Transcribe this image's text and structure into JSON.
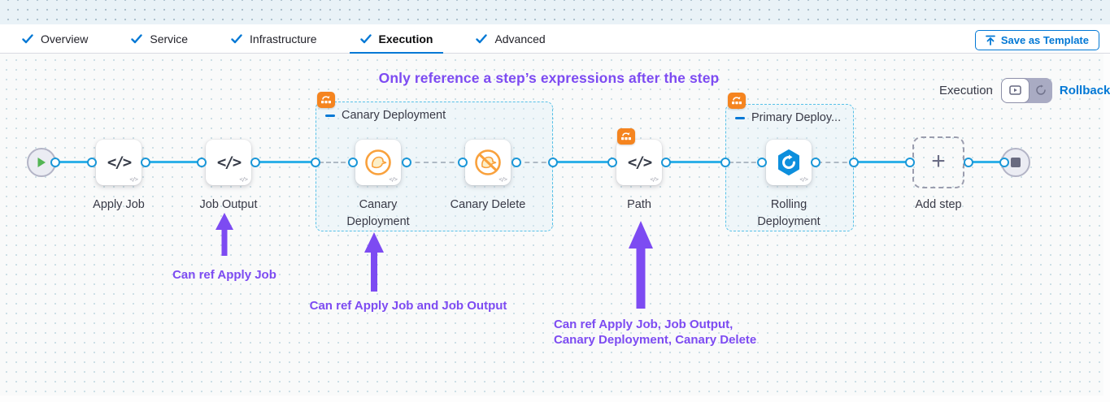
{
  "header": {
    "tabs": [
      {
        "label": "Overview",
        "checked": true,
        "active": false
      },
      {
        "label": "Service",
        "checked": true,
        "active": false
      },
      {
        "label": "Infrastructure",
        "checked": true,
        "active": false
      },
      {
        "label": "Execution",
        "checked": true,
        "active": true
      },
      {
        "label": "Advanced",
        "checked": true,
        "active": false
      }
    ],
    "save_as_template_label": "Save as Template"
  },
  "canvas": {
    "title": "Only reference a step’s expressions after the step",
    "mode_switch": {
      "label": "Execution",
      "rollback_link": "Rollback"
    },
    "steps": {
      "apply_job": "Apply Job",
      "job_output": "Job Output",
      "canary_deployment": "Canary Deployment",
      "canary_delete": "Canary Delete",
      "path": "Path",
      "rolling_deployment": "Rolling Deployment",
      "add_step": "Add step"
    },
    "groups": {
      "canary": "Canary Deployment",
      "primary": "Primary Deploy..."
    },
    "annotations": [
      {
        "text": "Can ref Apply Job"
      },
      {
        "text": "Can ref Apply Job and Job Output"
      },
      {
        "text": "Can ref Apply Job, Job Output,\nCanary Deployment, Canary Delete"
      }
    ]
  },
  "icons": {
    "code": "</>",
    "code_small": "</>",
    "plus": "+"
  },
  "colors": {
    "accent_blue": "#0278d5",
    "connector_blue": "#2fb0e8",
    "group_border": "#57c1e8",
    "badge_orange": "#f5841f",
    "canary_orange": "#f9a13c",
    "rolling_blue": "#0d8fdd",
    "annotation_purple": "#7d4bf2",
    "text_dark": "#383946"
  }
}
